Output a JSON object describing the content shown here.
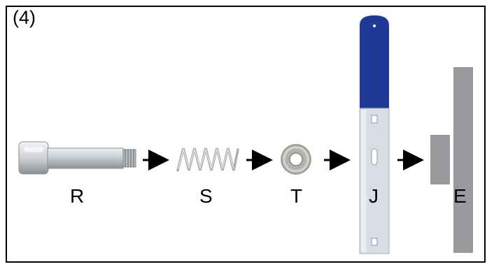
{
  "step_label": "(4)",
  "parts": [
    {
      "id": "R",
      "label": "R",
      "icon": "bolt-icon"
    },
    {
      "id": "S",
      "label": "S",
      "icon": "spring-icon"
    },
    {
      "id": "T",
      "label": "T",
      "icon": "washer-icon"
    },
    {
      "id": "J",
      "label": "J",
      "icon": "strap-icon"
    },
    {
      "id": "E",
      "label": "E",
      "icon": "mount-plate-icon"
    }
  ],
  "colors": {
    "frame": "#000000",
    "strap_top": "#1f3a96",
    "strap_bottom": "#d6dbe4",
    "metal": "#c8ccd0",
    "plate": "#9a9a9e"
  }
}
